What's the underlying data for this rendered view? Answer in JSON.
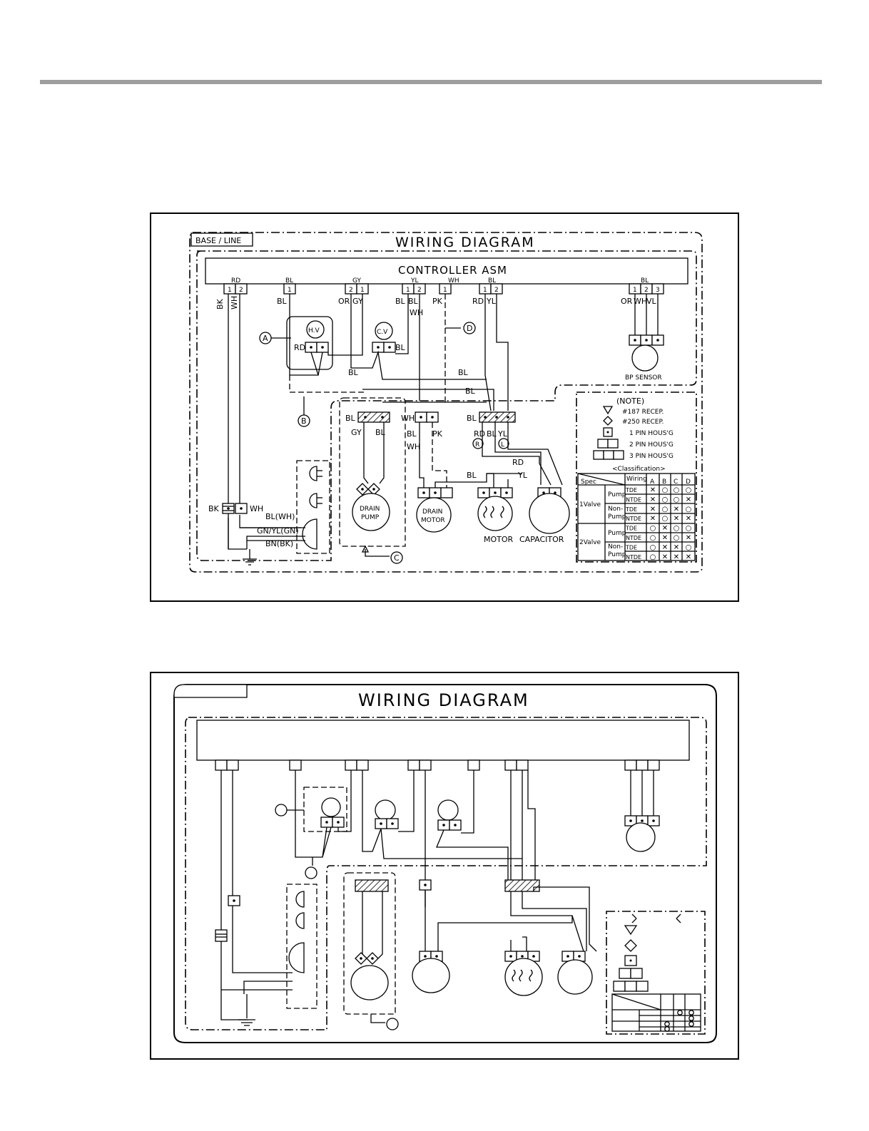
{
  "diagram_a": {
    "title": "WIRING DIAGRAM",
    "base_tag": "BASE / LINE",
    "controller": "CONTROLLER ASM",
    "conn_colors": {
      "c1": "RD",
      "c2": "BL",
      "c3": "GY",
      "c4": "YL",
      "c5": "WH",
      "c6": "BL",
      "c7": "BL"
    },
    "pins": {
      "p1": "1",
      "p2": "2",
      "p3": "1",
      "p4": "2",
      "p5": "1",
      "p6": "1",
      "p7": "2",
      "p8": "1",
      "p9": "1",
      "p10": "2",
      "p11": "1",
      "p12": "2",
      "p13": "3"
    },
    "wires": {
      "bk": "BK",
      "wh": "WH",
      "bl1": "BL",
      "or1": "OR",
      "gy1": "GY",
      "bl2": "BL",
      "bl3": "BL",
      "wh3": "WH",
      "pk": "PK",
      "rd1": "RD",
      "yl1": "YL",
      "or2": "OR",
      "wh2": "WH",
      "vl": "VL",
      "rd_hv": "RD",
      "bl_cv": "BL",
      "bl_a": "BL",
      "bl_b": "BL",
      "bl_c": "BL",
      "bl_dp": "BL",
      "gy_dp": "GY",
      "bl_dp2": "BL",
      "wh_dm": "WH",
      "bl_dm": "BL",
      "wh_dm2": "WH",
      "pk_dm": "PK",
      "bl_m": "BL",
      "rd_m": "RD",
      "bl_m2": "BL",
      "yl_m": "YL",
      "rd_low": "RD",
      "bl_low": "BL",
      "yl_low": "YL",
      "bk_l": "BK",
      "wh_l": "WH",
      "blwh": "BL(WH)",
      "gnyl": "GN/YL(GN)",
      "bnbk": "BN(BK)"
    },
    "markers": {
      "a": "A",
      "b": "B",
      "c": "C",
      "d": "D",
      "r": "R",
      "l": "L"
    },
    "comps": {
      "hv": "H.V",
      "cv": "C.V",
      "bp": "BP SENSOR",
      "dp1": "DRAIN",
      "dp2": "PUMP",
      "dm1": "DRAIN",
      "dm2": "MOTOR",
      "motor": "MOTOR",
      "cap": "CAPACITOR"
    },
    "note": {
      "title": "(NOTE)",
      "items": [
        "#187 RECEP.",
        "#250 RECEP.",
        "1 PIN HOUS'G",
        "2 PIN HOUS'G",
        "3 PIN HOUS'G"
      ],
      "classification": "<Classification>"
    },
    "table": {
      "spec": "Spec",
      "wiring": "Wiring",
      "cols": [
        "A",
        "B",
        "C",
        "D"
      ],
      "groups": [
        "1Valve",
        "2Valve"
      ],
      "pump": "Pump",
      "non1": "Non-",
      "non2": "Pump",
      "rows": [
        {
          "code": "TDE",
          "marks": [
            "✕",
            "○",
            "○",
            "○"
          ]
        },
        {
          "code": "NTDE",
          "marks": [
            "✕",
            "○",
            "○",
            "✕"
          ]
        },
        {
          "code": "TDE",
          "marks": [
            "✕",
            "○",
            "✕",
            "○"
          ]
        },
        {
          "code": "NTDE",
          "marks": [
            "✕",
            "○",
            "✕",
            "✕"
          ]
        },
        {
          "code": "TDE",
          "marks": [
            "○",
            "✕",
            "○",
            "○"
          ]
        },
        {
          "code": "NTDE",
          "marks": [
            "○",
            "✕",
            "○",
            "✕"
          ]
        },
        {
          "code": "TDE",
          "marks": [
            "○",
            "✕",
            "✕",
            "○"
          ]
        },
        {
          "code": "NTDE",
          "marks": [
            "○",
            "✕",
            "✕",
            "✕"
          ]
        }
      ]
    }
  },
  "diagram_b": {
    "title": "WIRING DIAGRAM"
  }
}
